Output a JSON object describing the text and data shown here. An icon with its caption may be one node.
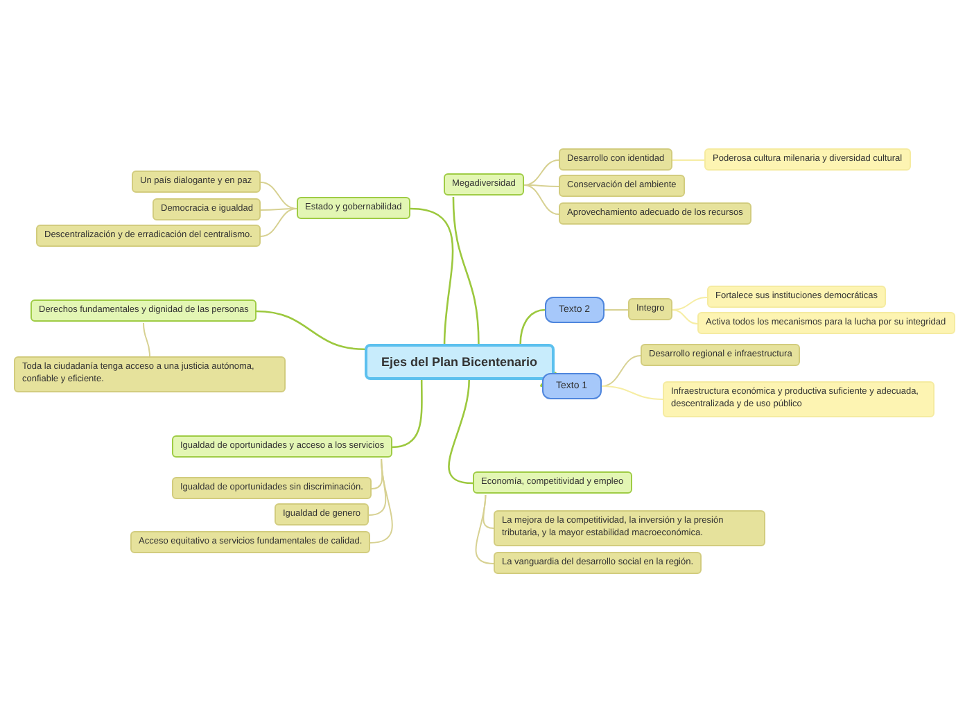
{
  "diagram": {
    "nodes": [
      {
        "text": [
          "Ejes del Plan Bicentenario"
        ]
      },
      {
        "text": [
          "Megadiversidad"
        ]
      },
      {
        "text": [
          "Desarrollo con identidad"
        ]
      },
      {
        "text": [
          "Poderosa cultura milenaria y diversidad cultural"
        ]
      },
      {
        "text": [
          "Conservación del ambiente"
        ]
      },
      {
        "text": [
          "Aprovechamiento adecuado de los recursos"
        ]
      },
      {
        "text": [
          "Estado y gobernabilidad"
        ]
      },
      {
        "text": [
          "Un país dialogante y en paz"
        ]
      },
      {
        "text": [
          "Democracia e igualdad"
        ]
      },
      {
        "text": [
          "Descentralización y de erradicación del centralismo."
        ]
      },
      {
        "text": [
          "Derechos fundamentales y dignidad de las personas"
        ]
      },
      {
        "text": [
          "Toda la ciudadanía tenga acceso a una justicia autónoma, confiable y eficiente."
        ]
      },
      {
        "text": [
          "Texto 2"
        ]
      },
      {
        "text": [
          "Integro"
        ]
      },
      {
        "text": [
          "Fortalece sus instituciones democráticas"
        ]
      },
      {
        "text": [
          "Activa todos los mecanismos para la lucha por su integridad"
        ]
      },
      {
        "text": [
          "Texto 1"
        ]
      },
      {
        "text": [
          "Desarrollo regional e infraestructura"
        ]
      },
      {
        "text": [
          "Infraestructura económica y productiva suficiente y adecuada, descentralizada y de uso público"
        ]
      },
      {
        "text": [
          "Igualdad de oportunidades y acceso a los servicios"
        ]
      },
      {
        "text": [
          "Igualdad de oportunidades sin discriminación."
        ]
      },
      {
        "text": [
          "Igualdad de genero"
        ]
      },
      {
        "text": [
          "Acceso equitativo a servicios fundamentales de calidad."
        ]
      },
      {
        "text": [
          "Economía, competitividad y empleo"
        ]
      },
      {
        "text": [
          "La mejora de la competitividad, la inversión y la presión tributaria, y la mayor estabilidad macroeconómica."
        ]
      },
      {
        "text": [
          "La vanguardia del desarrollo social en la región."
        ]
      }
    ],
    "edges": [
      {
        "from": 0,
        "to": 1,
        "arrow": "none"
      },
      {
        "from": 1,
        "to": 2,
        "arrow": "none"
      },
      {
        "from": 2,
        "to": 3,
        "arrow": "none"
      },
      {
        "from": 1,
        "to": 4,
        "arrow": "none"
      },
      {
        "from": 1,
        "to": 5,
        "arrow": "none"
      },
      {
        "from": 0,
        "to": 6,
        "arrow": "none"
      },
      {
        "from": 6,
        "to": 7,
        "arrow": "none"
      },
      {
        "from": 6,
        "to": 8,
        "arrow": "none"
      },
      {
        "from": 6,
        "to": 9,
        "arrow": "none"
      },
      {
        "from": 0,
        "to": 10,
        "arrow": "none"
      },
      {
        "from": 10,
        "to": 11,
        "arrow": "none"
      },
      {
        "from": 0,
        "to": 12,
        "arrow": "none"
      },
      {
        "from": 12,
        "to": 13,
        "arrow": "none"
      },
      {
        "from": 13,
        "to": 14,
        "arrow": "none"
      },
      {
        "from": 13,
        "to": 15,
        "arrow": "none"
      },
      {
        "from": 0,
        "to": 16,
        "arrow": "none"
      },
      {
        "from": 16,
        "to": 17,
        "arrow": "none"
      },
      {
        "from": 16,
        "to": 18,
        "arrow": "none"
      },
      {
        "from": 0,
        "to": 19,
        "arrow": "none"
      },
      {
        "from": 19,
        "to": 20,
        "arrow": "none"
      },
      {
        "from": 19,
        "to": 21,
        "arrow": "none"
      },
      {
        "from": 19,
        "to": 22,
        "arrow": "none"
      },
      {
        "from": 0,
        "to": 23,
        "arrow": "none"
      },
      {
        "from": 23,
        "to": 24,
        "arrow": "none"
      },
      {
        "from": 23,
        "to": 25,
        "arrow": "none"
      }
    ]
  }
}
